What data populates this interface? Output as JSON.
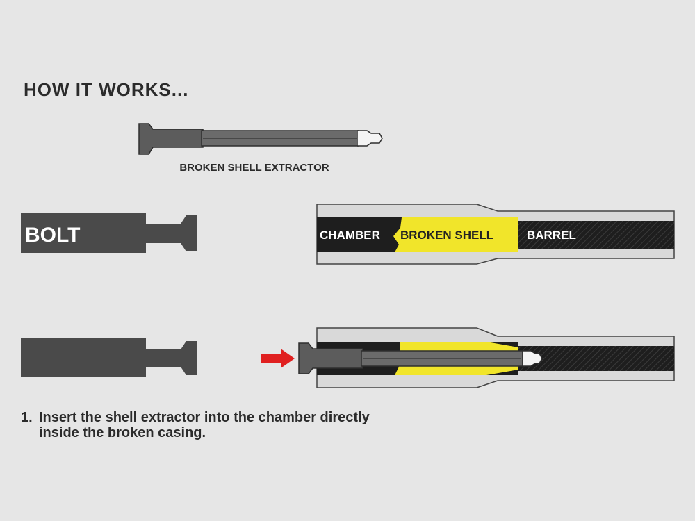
{
  "heading": "HOW IT WORKS...",
  "labels": {
    "extractor": "BROKEN SHELL EXTRACTOR",
    "bolt": "BOLT",
    "chamber": "CHAMBER",
    "broken_shell": "BROKEN SHELL",
    "barrel": "BARREL"
  },
  "instructions": [
    {
      "number": "1.",
      "line1": "Insert the shell extractor into the chamber directly",
      "line2": "inside the broken casing."
    }
  ],
  "colors": {
    "background": "#e6e6e6",
    "bolt": "#4a4a4a",
    "barrel_wall": "#d9d9d9",
    "bore": "#1e1e1e",
    "broken_shell": "#f1e52a",
    "arrow": "#e02020",
    "extractor": "#5c5c5c"
  },
  "icons": [
    "right-arrow-icon"
  ]
}
